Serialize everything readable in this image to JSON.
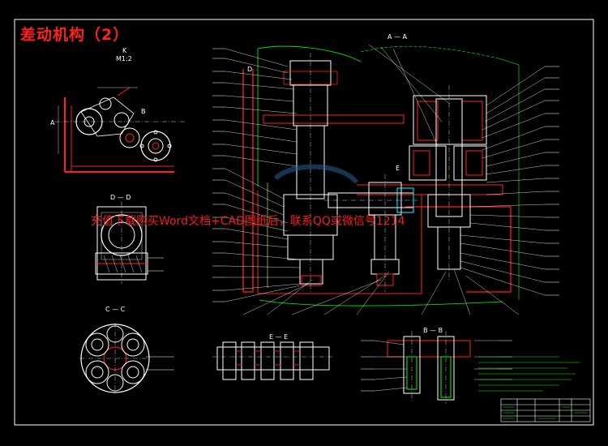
{
  "drawing": {
    "title": "差动机构（2）",
    "watermark": "充值下载购买Word文档+CAD图纸后，联系QQ或微信号1214",
    "views": {
      "aa": "A — A",
      "bb": "B — B",
      "cc": "C — C",
      "dd": "D — D",
      "ee": "E — E",
      "k": "K",
      "kscale": "M1:2",
      "a": "A",
      "b": "B",
      "d": "D",
      "e": "E"
    },
    "frame_color": "#ffffff",
    "line_color_green": "#00ff00",
    "line_color_red": "#ff2020",
    "line_color_yellow": "#ffff00",
    "line_color_cyan": "#00ffff"
  }
}
